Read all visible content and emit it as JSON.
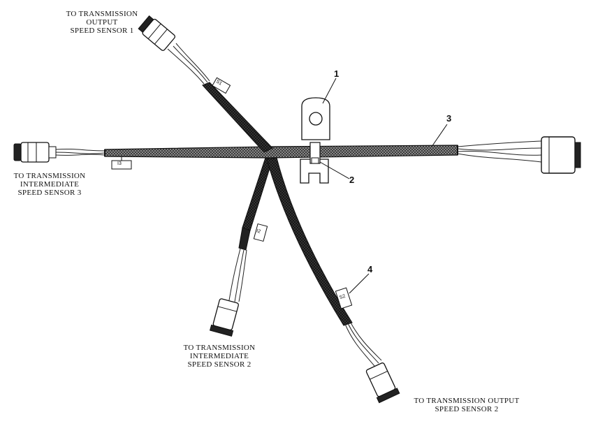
{
  "labels": {
    "output_1": [
      "TO TRANSMISSION",
      "OUTPUT",
      "SPEED SENSOR 1"
    ],
    "intermediate_3": [
      "TO TRANSMISSION",
      "INTERMEDIATE",
      "SPEED SENSOR 3"
    ],
    "intermediate_2": [
      "TO TRANSMISSION",
      "INTERMEDIATE",
      "SPEED SENSOR 2"
    ],
    "output_2": [
      "TO TRANSMISSION OUTPUT",
      "SPEED SENSOR 2"
    ]
  },
  "callouts": [
    "1",
    "2",
    "3",
    "4"
  ],
  "tags": {
    "t1": "S1",
    "t3": "I3",
    "t2": "I2",
    "t4": "S2"
  },
  "colors": {
    "ink": "#111111",
    "sleeve": "#555555",
    "background": "#ffffff"
  }
}
